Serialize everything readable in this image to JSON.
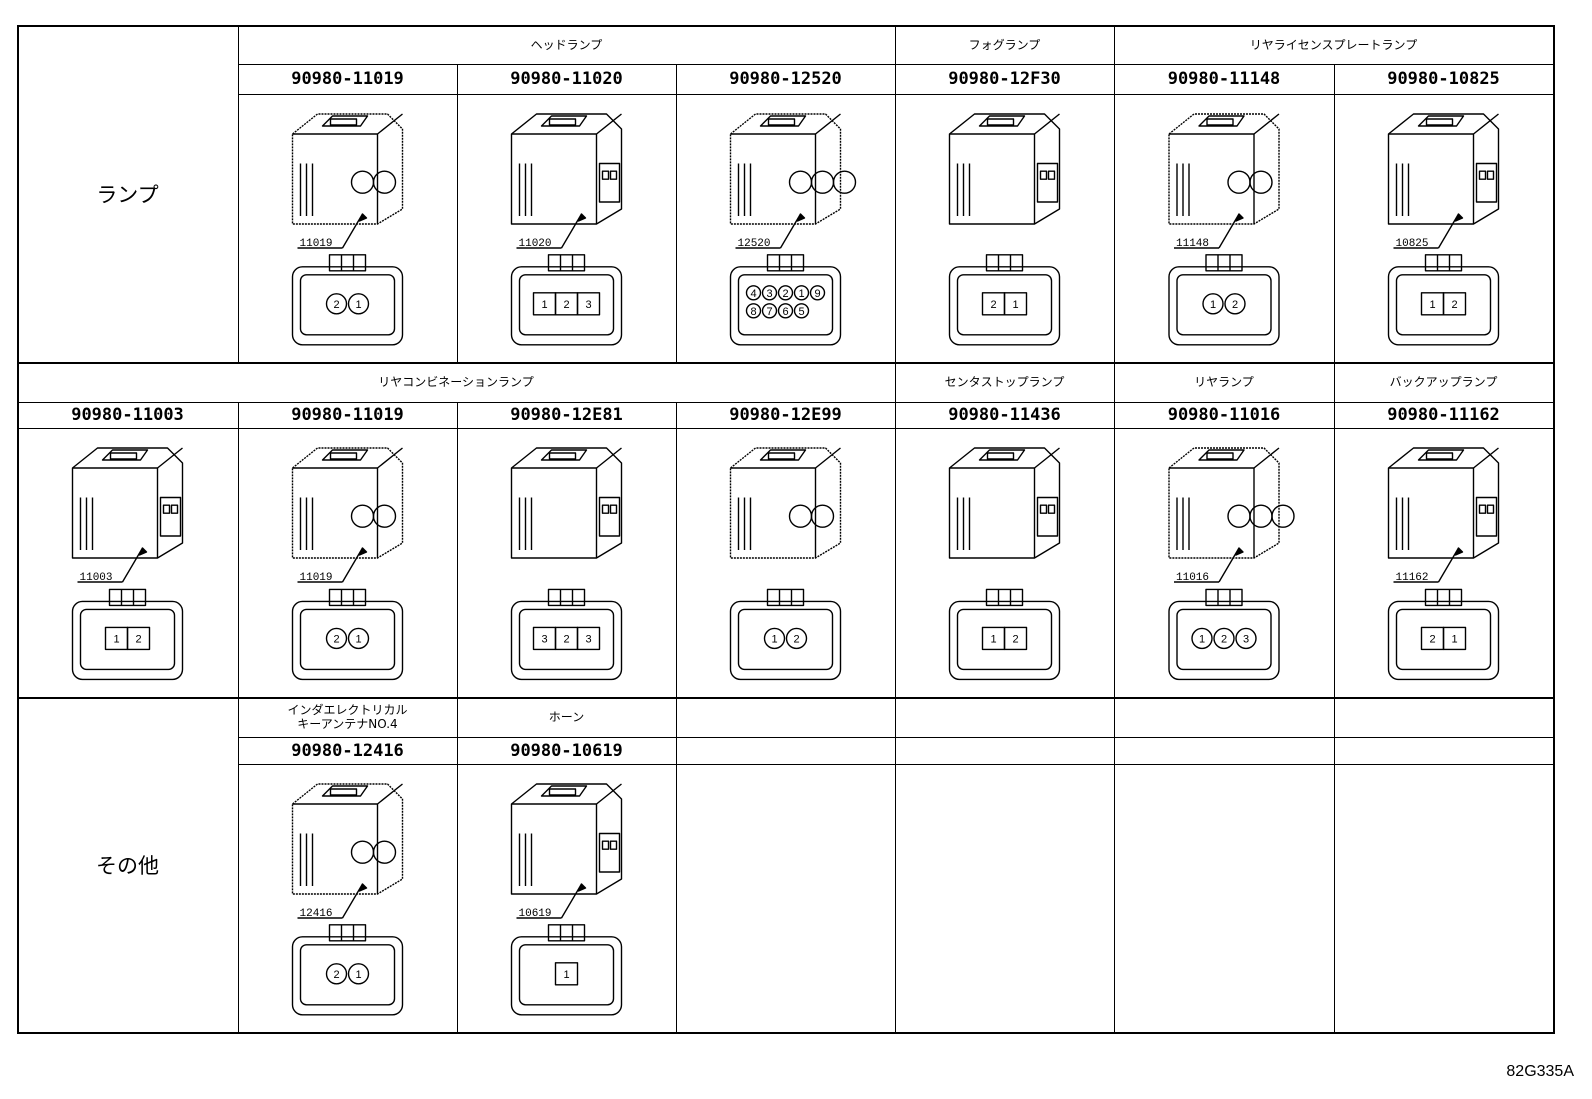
{
  "doc_code": "82G335A",
  "rows": [
    {
      "label": "ランプ",
      "groups": [
        {
          "title": "ヘッドランプ",
          "span": 3
        },
        {
          "title": "フォグランプ",
          "span": 1
        },
        {
          "title": "リヤライセンスプレートランプ",
          "span": 2
        }
      ],
      "connectors": [
        {
          "part": "90980-11019",
          "callout": "11019",
          "pins": [
            "2",
            "1"
          ]
        },
        {
          "part": "90980-11020",
          "callout": "11020",
          "pins": [
            "1",
            "2",
            "3"
          ]
        },
        {
          "part": "90980-12520",
          "callout": "12520",
          "pins": [
            "4",
            "3",
            "2",
            "1",
            "9",
            "8",
            "7",
            "6",
            "5"
          ]
        },
        {
          "part": "90980-12F30",
          "callout": "",
          "pins": [
            "2",
            "1"
          ]
        },
        {
          "part": "90980-11148",
          "callout": "11148",
          "pins": [
            "1",
            "2"
          ]
        },
        {
          "part": "90980-10825",
          "callout": "10825",
          "pins": [
            "1",
            "2"
          ]
        }
      ]
    },
    {
      "groups": [
        {
          "title": "リヤコンビネーションランプ",
          "span": 4
        },
        {
          "title": "センタストップランプ",
          "span": 1
        },
        {
          "title": "リヤランプ",
          "span": 1
        },
        {
          "title": "バックアップランプ",
          "span": 1
        }
      ],
      "connectors": [
        {
          "part": "90980-11003",
          "callout": "11003",
          "pins": [
            "1",
            "2"
          ]
        },
        {
          "part": "90980-11019",
          "callout": "11019",
          "pins": [
            "2",
            "1"
          ]
        },
        {
          "part": "90980-12E81",
          "callout": "",
          "pins": [
            "3",
            "2",
            "3"
          ]
        },
        {
          "part": "90980-12E99",
          "callout": "",
          "pins": [
            "1",
            "2"
          ]
        },
        {
          "part": "90980-11436",
          "callout": "",
          "pins": [
            "1",
            "2"
          ]
        },
        {
          "part": "90980-11016",
          "callout": "11016",
          "pins": [
            "1",
            "2",
            "3"
          ]
        },
        {
          "part": "90980-11162",
          "callout": "11162",
          "pins": [
            "2",
            "1"
          ]
        }
      ]
    },
    {
      "label": "その他",
      "groups": [
        {
          "title": "インダエレクトリカル\nキーアンテナNO.4",
          "span": 1
        },
        {
          "title": "ホーン",
          "span": 1
        }
      ],
      "connectors": [
        {
          "part": "90980-12416",
          "callout": "12416",
          "pins": [
            "2",
            "1"
          ]
        },
        {
          "part": "90980-10619",
          "callout": "10619",
          "pins": [
            "1"
          ]
        }
      ]
    }
  ]
}
